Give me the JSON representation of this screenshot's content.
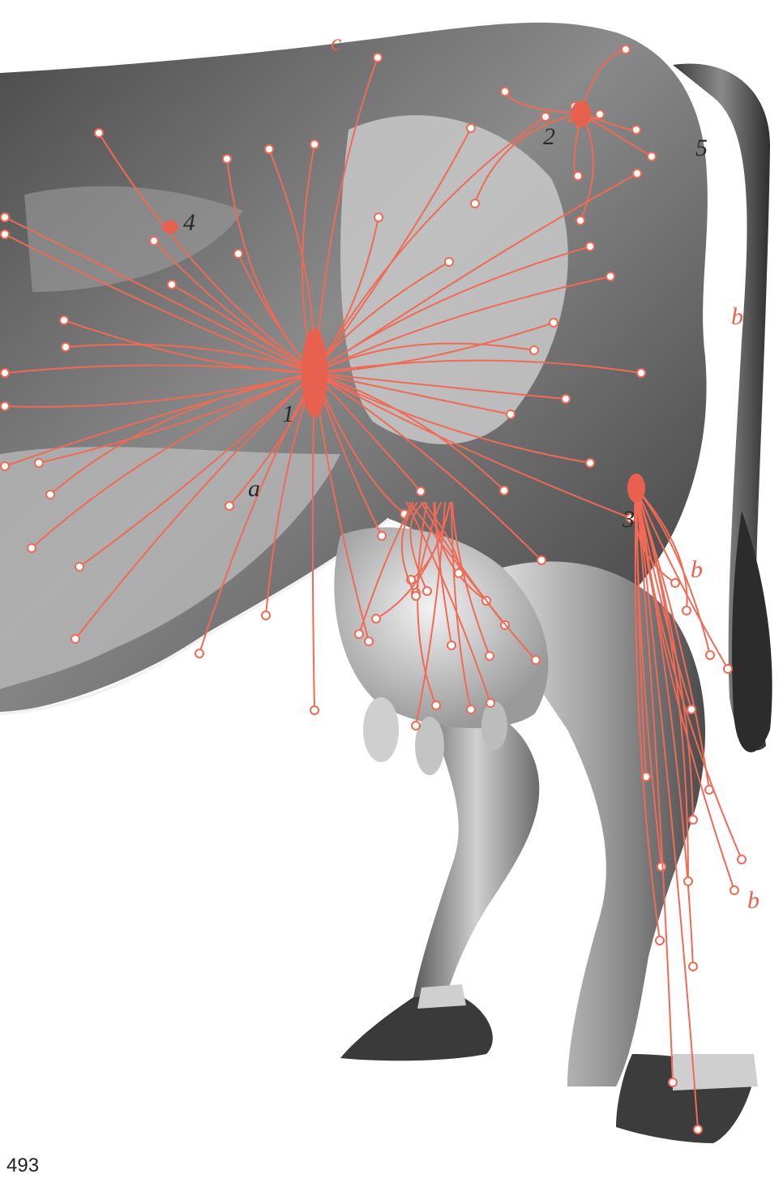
{
  "figure": {
    "labels": {
      "node_1": "1",
      "node_2": "2",
      "node_3": "3",
      "node_4": "4",
      "node_5": "5",
      "a": "a",
      "b": "b",
      "c": "c"
    },
    "colors": {
      "lymph_vessel": "#f06a55",
      "body_shade": "#5a5a5a",
      "body_light": "#d8d8d8",
      "background": "#ffffff"
    }
  },
  "page": {
    "number": "493"
  }
}
